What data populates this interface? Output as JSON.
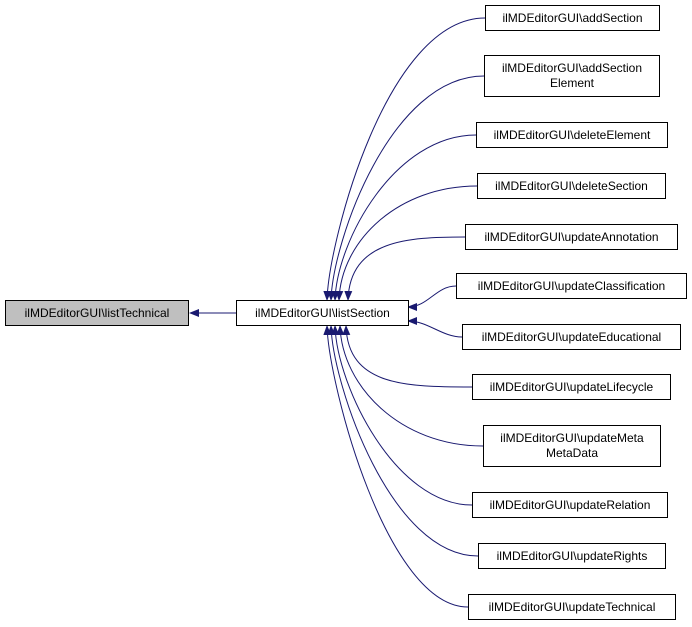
{
  "graph": {
    "colors": {
      "edge": "#191970",
      "focus_fill": "#bfbfbf",
      "node_fill": "#ffffff",
      "border": "#000000"
    },
    "root": {
      "label": "ilMDEditorGUI\\listTechnical"
    },
    "middle": {
      "label": "ilMDEditorGUI\\listSection"
    },
    "callers": [
      {
        "label": "ilMDEditorGUI\\addSection"
      },
      {
        "label": "ilMDEditorGUI\\addSection\nElement"
      },
      {
        "label": "ilMDEditorGUI\\deleteElement"
      },
      {
        "label": "ilMDEditorGUI\\deleteSection"
      },
      {
        "label": "ilMDEditorGUI\\updateAnnotation"
      },
      {
        "label": "ilMDEditorGUI\\updateClassification"
      },
      {
        "label": "ilMDEditorGUI\\updateEducational"
      },
      {
        "label": "ilMDEditorGUI\\updateLifecycle"
      },
      {
        "label": "ilMDEditorGUI\\updateMeta\nMetaData"
      },
      {
        "label": "ilMDEditorGUI\\updateRelation"
      },
      {
        "label": "ilMDEditorGUI\\updateRights"
      },
      {
        "label": "ilMDEditorGUI\\updateTechnical"
      }
    ]
  }
}
